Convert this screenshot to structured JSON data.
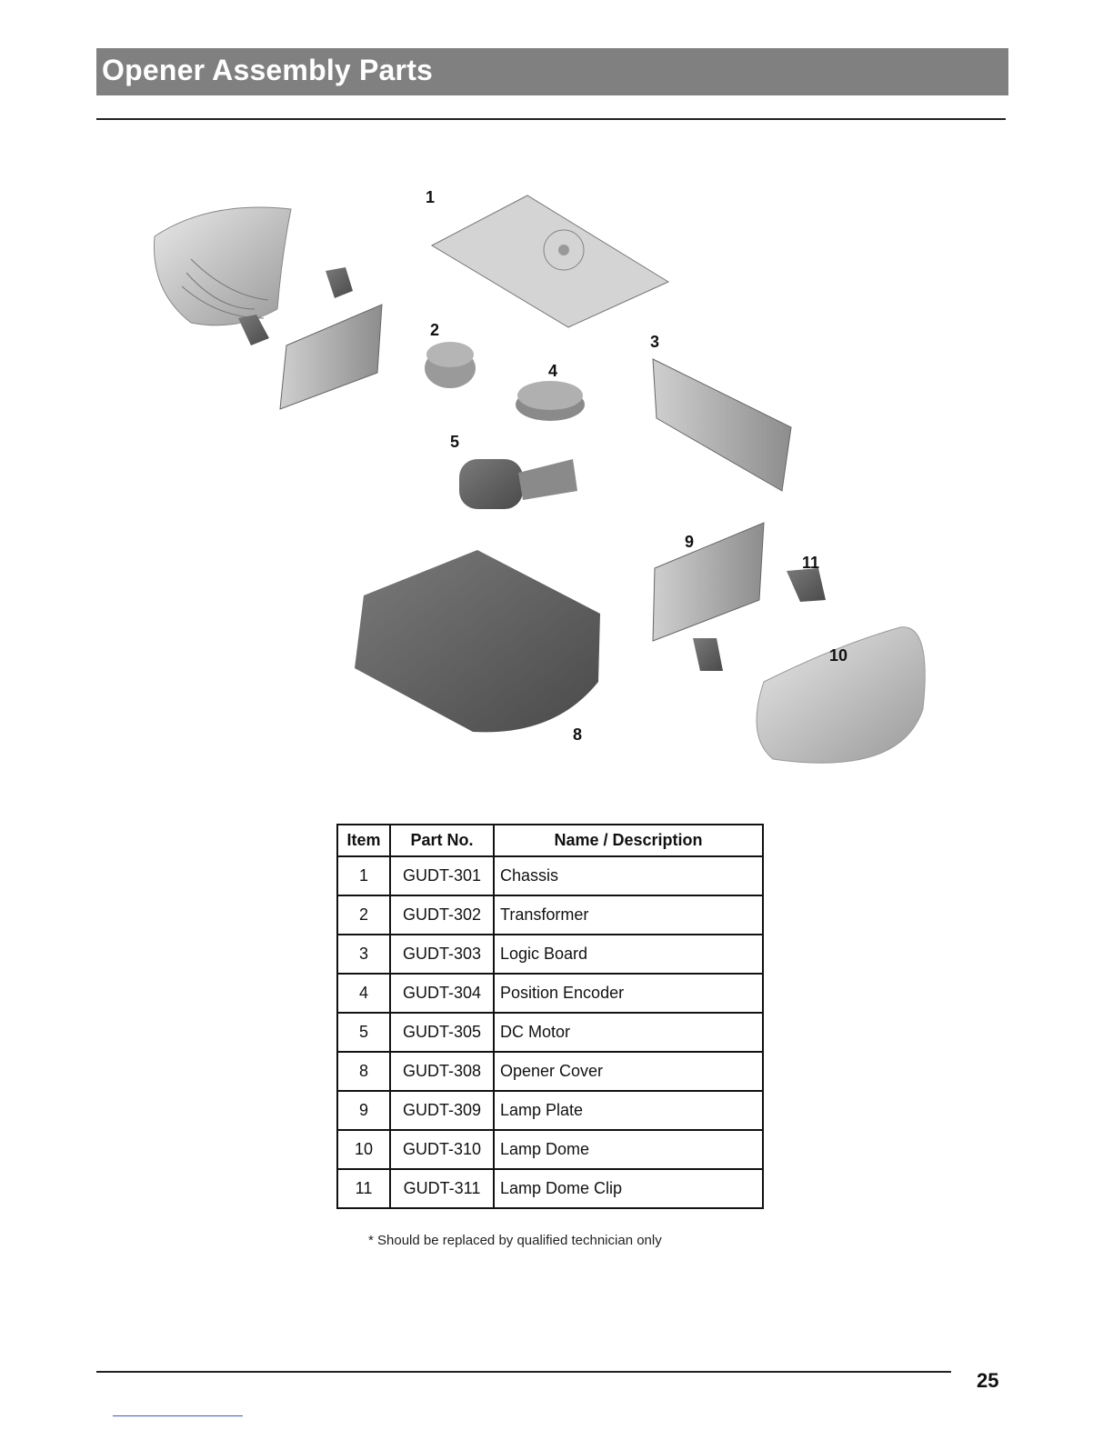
{
  "header": {
    "title": "Opener Assembly Parts"
  },
  "diagram": {
    "callouts": [
      "1",
      "2",
      "3",
      "4",
      "5",
      "8",
      "9",
      "10",
      "11"
    ]
  },
  "table": {
    "headers": [
      "Item",
      "Part No.",
      "Name / Description"
    ],
    "rows": [
      [
        "1",
        "GUDT-301",
        "Chassis"
      ],
      [
        "2",
        "GUDT-302",
        "Transformer"
      ],
      [
        "3",
        "GUDT-303",
        "Logic Board"
      ],
      [
        "4",
        "GUDT-304",
        "Position Encoder"
      ],
      [
        "5",
        "GUDT-305",
        "DC Motor"
      ],
      [
        "8",
        "GUDT-308",
        "Opener Cover"
      ],
      [
        "9",
        "GUDT-309",
        "Lamp Plate"
      ],
      [
        "10",
        "GUDT-310",
        "Lamp Dome"
      ],
      [
        "11",
        "GUDT-311",
        "Lamp Dome Clip"
      ]
    ]
  },
  "footnote": "* Should be replaced by qualified technician only",
  "footer": {
    "page_number": "25"
  },
  "colors": {
    "title_bar": "#808080",
    "title_text": "#ffffff"
  }
}
